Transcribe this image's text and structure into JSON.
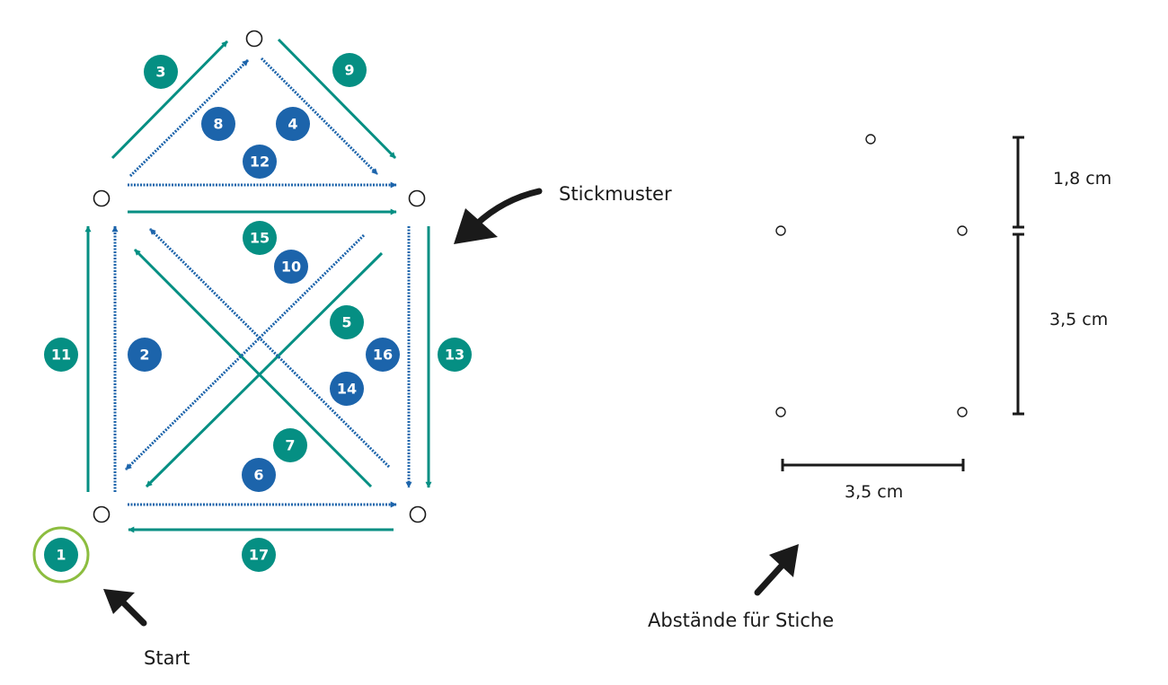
{
  "colors": {
    "teal": "#058f83",
    "blue": "#1c64ab",
    "start_ring": "#8cbd3f",
    "arrow": "#1a1a1a"
  },
  "labels": {
    "pattern": "Stickmuster",
    "start": "Start",
    "spacing": "Abstände für Stiche",
    "dim_top": "1,8 cm",
    "dim_side": "3,5 cm",
    "dim_bottom": "3,5 cm"
  },
  "stitch_numbers": {
    "n1": "1",
    "n2": "2",
    "n3": "3",
    "n4": "4",
    "n5": "5",
    "n6": "6",
    "n7": "7",
    "n8": "8",
    "n9": "9",
    "n10": "10",
    "n11": "11",
    "n12": "12",
    "n13": "13",
    "n14": "14",
    "n15": "15",
    "n16": "16",
    "n17": "17"
  }
}
